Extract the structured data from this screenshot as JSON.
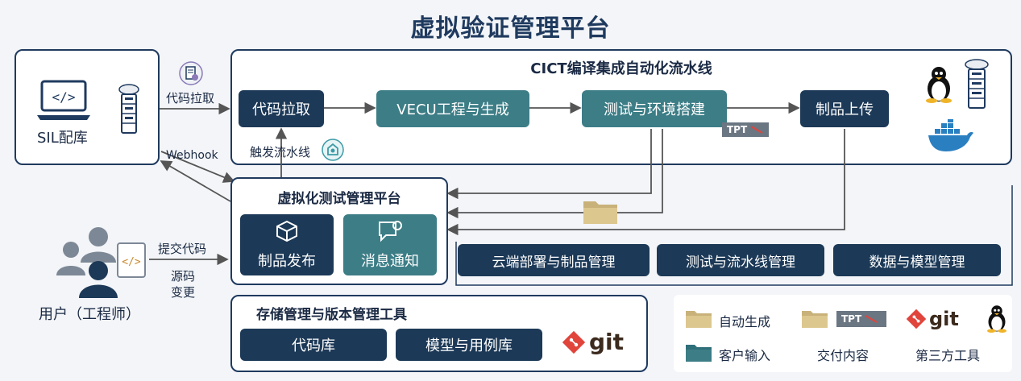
{
  "page": {
    "title": "虚拟验证管理平台"
  },
  "sil": {
    "label": "SIL配库"
  },
  "pipeline": {
    "title": "CICT编译集成自动化流水线",
    "steps": [
      "代码拉取",
      "VECU工程与生成",
      "测试与环境搭建",
      "制品上传"
    ],
    "tpt_badge": "TPT"
  },
  "edges": {
    "pull_code": "代码拉取",
    "webhook": "Webhook",
    "trigger": "触发流水线",
    "submit_code": "提交代码",
    "source_change": [
      "源码",
      "变更"
    ]
  },
  "user": {
    "label": "用户（工程师）"
  },
  "vtest": {
    "title": "虚拟化测试管理平台",
    "modules": [
      "制品发布",
      "消息通知"
    ],
    "functions": [
      "云端部署与制品管理",
      "测试与流水线管理",
      "数据与模型管理"
    ]
  },
  "storage": {
    "title": "存储管理与版本管理工具",
    "items": [
      "代码库",
      "模型与用例库"
    ],
    "git_label": "git"
  },
  "legend": {
    "items": [
      "自动生成",
      "客户输入",
      "交付内容",
      "第三方工具"
    ],
    "tpt_badge": "TPT",
    "git_label": "git"
  },
  "colors": {
    "dark_navy": "#1c3957",
    "teal": "#3c7d86",
    "folder_tan": "#c9b27a",
    "docker_blue": "#2a7fc1"
  }
}
